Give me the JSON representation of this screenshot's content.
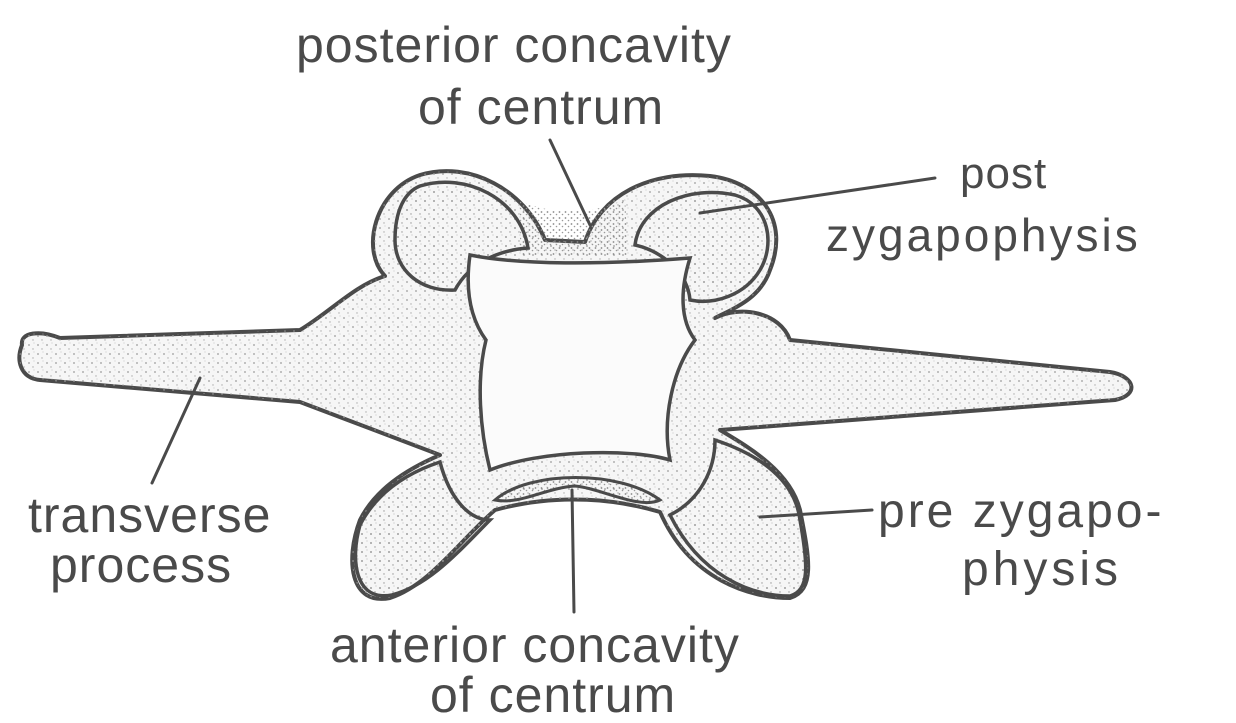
{
  "labels": {
    "posterior_concavity_line1": "posterior concavity",
    "posterior_concavity_line2": "of centrum",
    "post_zyg_line1": "post",
    "post_zyg_line2": "zygapophysis",
    "transverse_line1": "transverse",
    "transverse_line2": "process",
    "pre_zyg_line1": "pre zygapo-",
    "pre_zyg_line2": "physis",
    "anterior_concavity_line1": "anterior concavity",
    "anterior_concavity_line2": "of centrum"
  },
  "colors": {
    "ink": "#4a4a4a",
    "bone_fill": "#f4f4f4",
    "stipple": "#9a9a9a",
    "dark_gap": "#6a6a6a"
  }
}
